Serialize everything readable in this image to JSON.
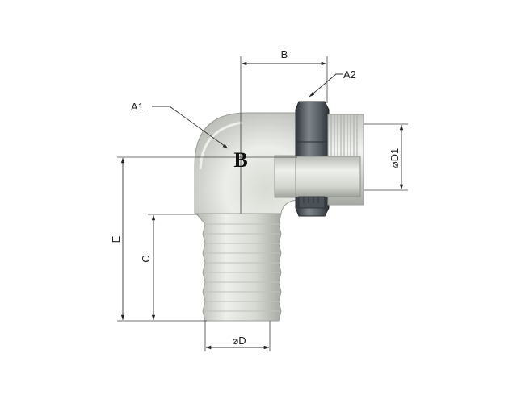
{
  "labels": {
    "dim_B": "B",
    "dim_A1": "A1",
    "dim_A2": "A2",
    "dim_D1": "⌀D1",
    "dim_E": "E",
    "dim_C": "C",
    "dim_D": "⌀D",
    "part_marking": "B"
  },
  "colors": {
    "body_light": "#eceee9",
    "body_mid": "#cfd2cb",
    "body_dark": "#a9ada6",
    "nut_dark": "#3c4247",
    "nut_mid": "#6a7278",
    "nut_light": "#8c949a",
    "line": "#333333"
  }
}
